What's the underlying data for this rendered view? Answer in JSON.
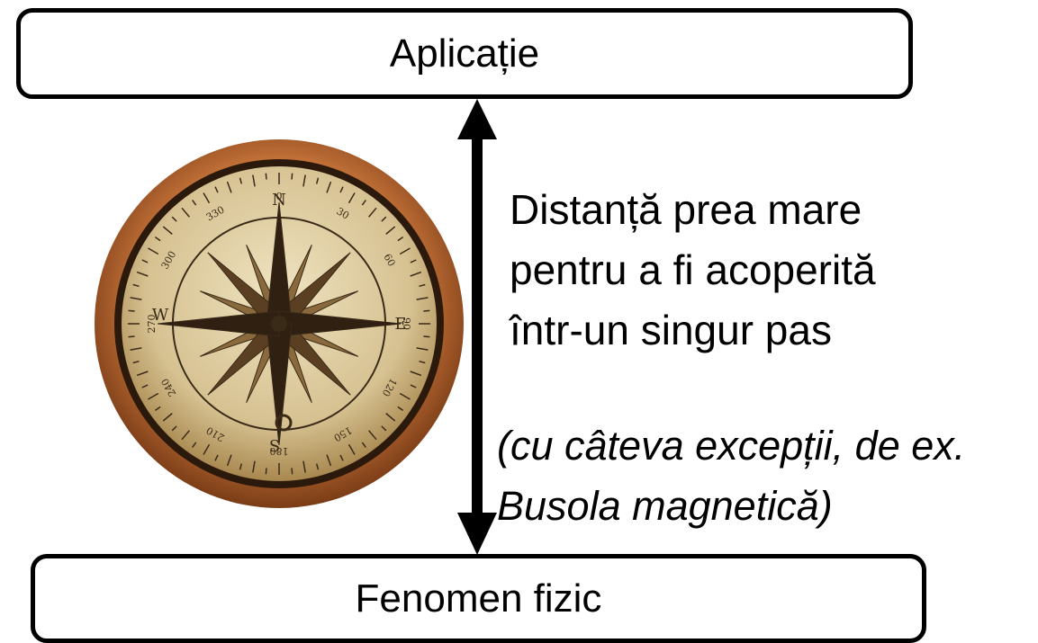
{
  "top_box": {
    "label": "Aplicație"
  },
  "bottom_box": {
    "label": "Fenomen fizic"
  },
  "distance_note": {
    "lines": [
      "Distanță prea mare",
      "pentru a fi acoperită",
      "într-un singur pas"
    ]
  },
  "exception_note": {
    "lines": [
      "(cu câteva excepții, de ex.",
      "Busola magnetică)"
    ]
  },
  "compass": {
    "cardinals": {
      "north": "N",
      "south": "S",
      "east": "E",
      "west": "W"
    },
    "degree_labels": [
      "0",
      "30",
      "60",
      "90",
      "120",
      "150",
      "180",
      "210",
      "240",
      "270",
      "300",
      "330"
    ]
  },
  "colors": {
    "box_border": "#000000",
    "arrow": "#000000",
    "compass_rim": "#b8662c",
    "compass_face": "#d9c79a",
    "compass_ink": "#3a2a18"
  }
}
